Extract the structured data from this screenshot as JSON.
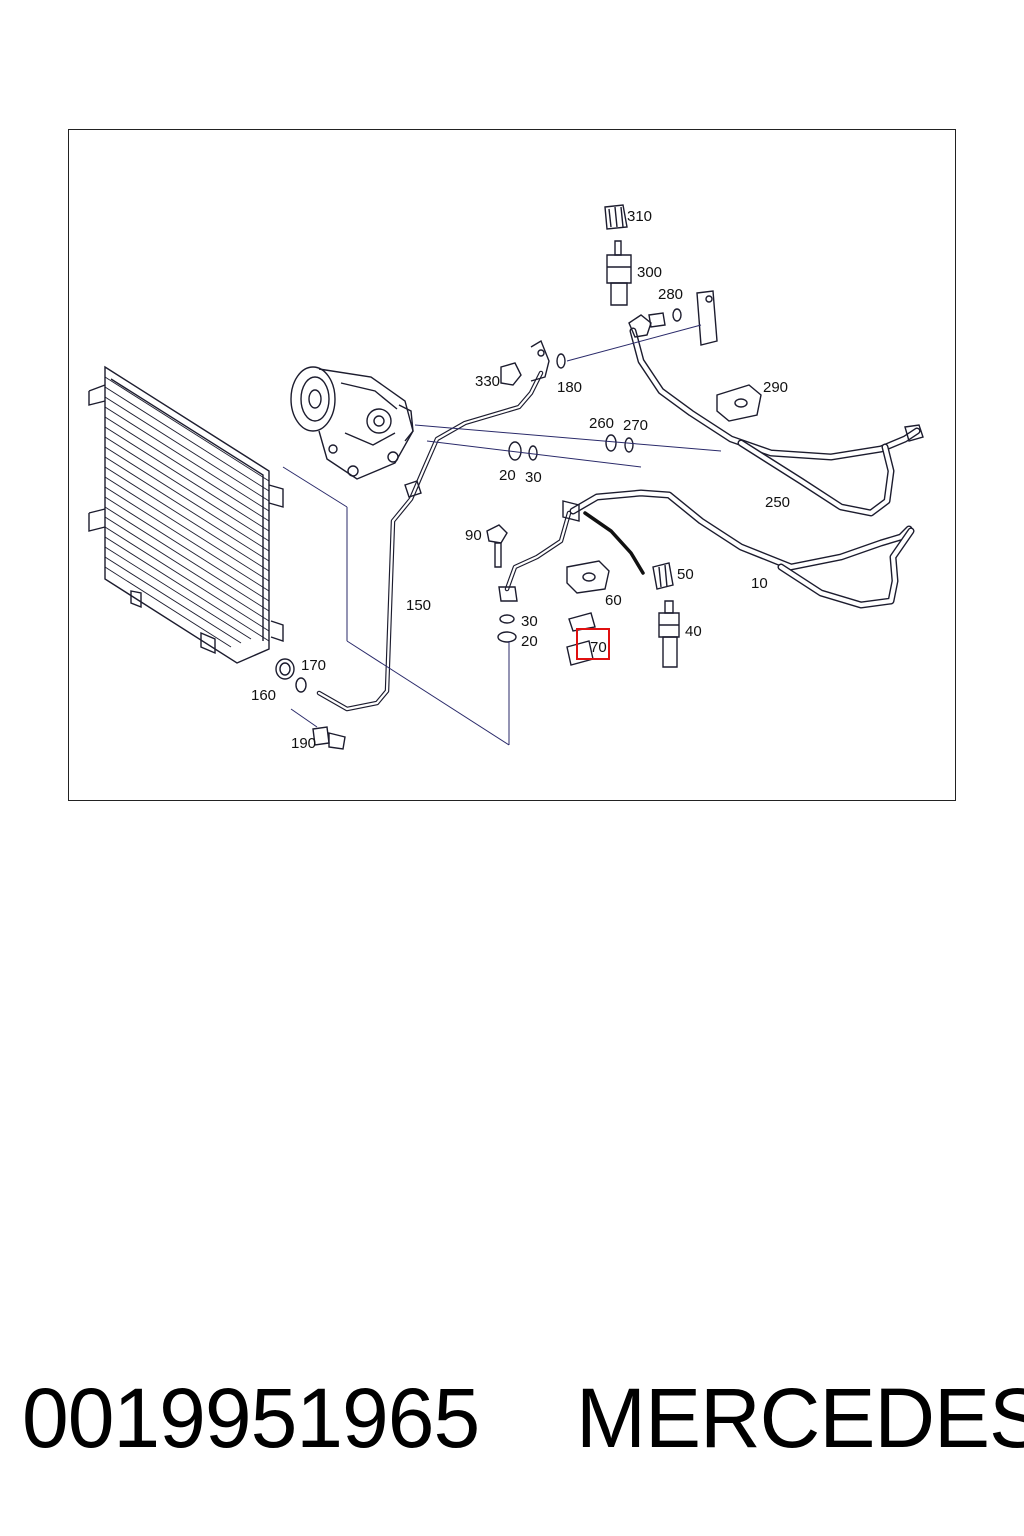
{
  "diagram": {
    "callouts": {
      "c310": "310",
      "c300": "300",
      "c280": "280",
      "c330": "330",
      "c180": "180",
      "c290": "290",
      "c260": "260",
      "c270": "270",
      "c20a": "20",
      "c30a": "30",
      "c250": "250",
      "c90": "90",
      "c50": "50",
      "c60": "60",
      "c10": "10",
      "c150": "150",
      "c30b": "30",
      "c20b": "20",
      "c70": "70",
      "c40": "40",
      "c170": "170",
      "c160": "160",
      "c190": "190"
    },
    "highlighted_callout": "70",
    "highlight_color": "#e01010"
  },
  "caption": {
    "part_number": "0019951965",
    "brand": "MERCEDES"
  }
}
